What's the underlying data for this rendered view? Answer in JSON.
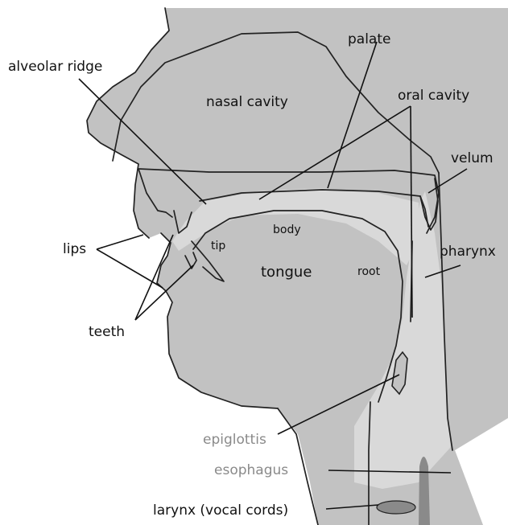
{
  "colors": {
    "head_fill": "#c2c2c2",
    "cavity_fill": "#d9d9d9",
    "outline": "#222222",
    "label": "#111111",
    "label_dim": "#8a8a8a"
  },
  "labels": {
    "alveolar_ridge": "alveolar ridge",
    "palate": "palate",
    "nasal_cavity": "nasal cavity",
    "oral_cavity": "oral cavity",
    "velum": "velum",
    "lips": "lips",
    "tip": "tip",
    "body": "body",
    "tongue": "tongue",
    "root": "root",
    "pharynx": "pharynx",
    "teeth": "teeth",
    "epiglottis": "epiglottis",
    "esophagus": "esophagus",
    "larynx": "larynx (vocal cords)"
  }
}
